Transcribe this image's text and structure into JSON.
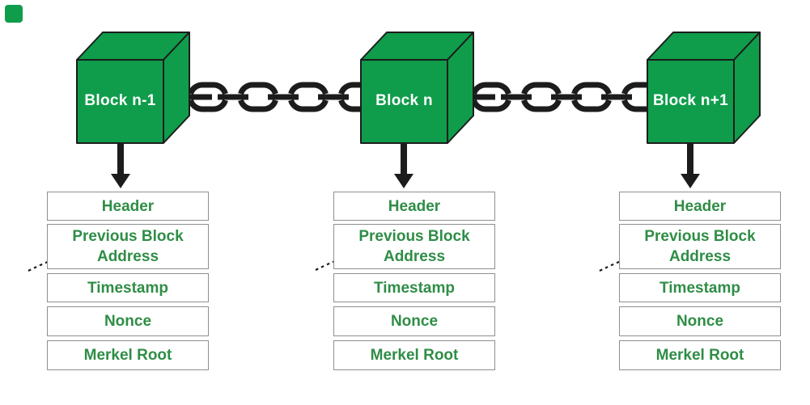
{
  "diagram": {
    "description": "Blockchain block linkage diagram",
    "blocks": [
      {
        "label": "Block n-1",
        "fields": [
          "Header",
          "Previous Block Address",
          "Timestamp",
          "Nonce",
          "Merkel Root"
        ]
      },
      {
        "label": "Block n",
        "fields": [
          "Header",
          "Previous Block Address",
          "Timestamp",
          "Nonce",
          "Merkel Root"
        ]
      },
      {
        "label": "Block n+1",
        "fields": [
          "Header",
          "Previous Block Address",
          "Timestamp",
          "Nonce",
          "Merkel Root"
        ]
      }
    ]
  },
  "icons": [
    "chain-link-icon",
    "down-arrow-icon",
    "dashed-curve-arrow-icon",
    "cube-icon"
  ],
  "colors": {
    "cube_green": "#0f9d4b",
    "text_green": "#2f8d46",
    "line_black": "#1c1c1c",
    "box_border": "#8f8f8f",
    "cube_label_text": "#ffffff",
    "background": "#ffffff"
  }
}
